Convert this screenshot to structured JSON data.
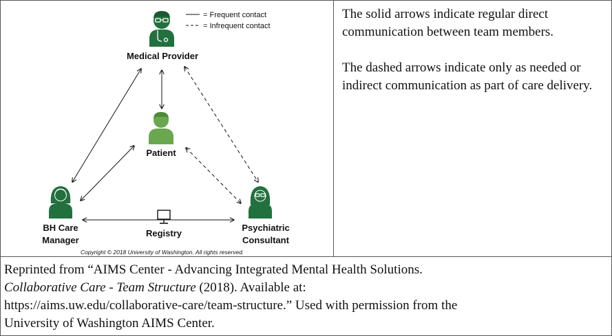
{
  "legend": {
    "frequent": "= Frequent contact",
    "infrequent": "= Infrequent contact"
  },
  "nodes": {
    "medical_provider": "Medical Provider",
    "patient": "Patient",
    "bh_care_manager_line1": "BH Care",
    "bh_care_manager_line2": "Manager",
    "psychiatric_consultant_line1": "Psychiatric",
    "psychiatric_consultant_line2": "Consultant",
    "registry": "Registry"
  },
  "copyright": "Copyright © 2018 University of Washington. All rights reserved.",
  "explanation": {
    "solid": "The solid arrows indicate regular direct communication between team members.",
    "dashed": "The dashed arrows indicate only as needed or indirect communication as part of care delivery."
  },
  "citation": {
    "line1": "Reprinted from “AIMS Center - Advancing Integrated Mental Health Solutions.",
    "line2_italic": "Collaborative Care - Team Structure",
    "line2_rest": " (2018). Available at:",
    "line3": "https://aims.uw.edu/collaborative-care/team-structure.” Used with permission from the",
    "line4": "University of Washington AIMS Center."
  },
  "colors": {
    "green": "#22703e",
    "patient_green": "#6aa84f",
    "line": "#111111"
  },
  "icons": [
    "doctor-icon",
    "patient-icon",
    "care-manager-icon",
    "psychiatrist-icon",
    "monitor-icon"
  ]
}
